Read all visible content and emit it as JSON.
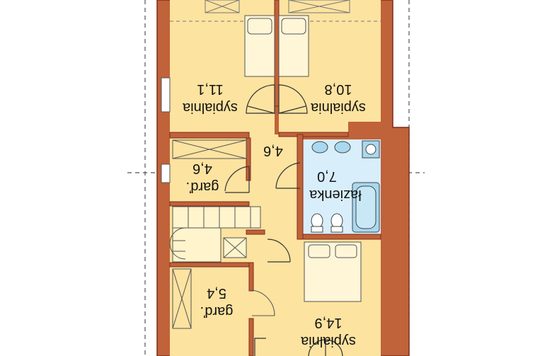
{
  "colors": {
    "wall": "#c0623a",
    "wall_dark": "#7a2e1a",
    "room_floor": "#fce3a0",
    "bathroom_floor": "#d9eefb",
    "fixture": "#a9d8ef",
    "dashed_line": "#555555"
  },
  "rooms": [
    {
      "id": "bedroom-1",
      "name": "sypialnia",
      "area": "11,1"
    },
    {
      "id": "bedroom-2",
      "name": "sypialnia",
      "area": "10,8"
    },
    {
      "id": "hall",
      "name": "",
      "area": "4,6"
    },
    {
      "id": "wardrobe-1",
      "name": "garď.",
      "area": "4,6"
    },
    {
      "id": "bathroom",
      "name": "łazienka",
      "area": "7,0"
    },
    {
      "id": "wardrobe-2",
      "name": "garď.",
      "area": "5,4"
    },
    {
      "id": "bedroom-3",
      "name": "sypialnia",
      "area": "14,9"
    }
  ]
}
